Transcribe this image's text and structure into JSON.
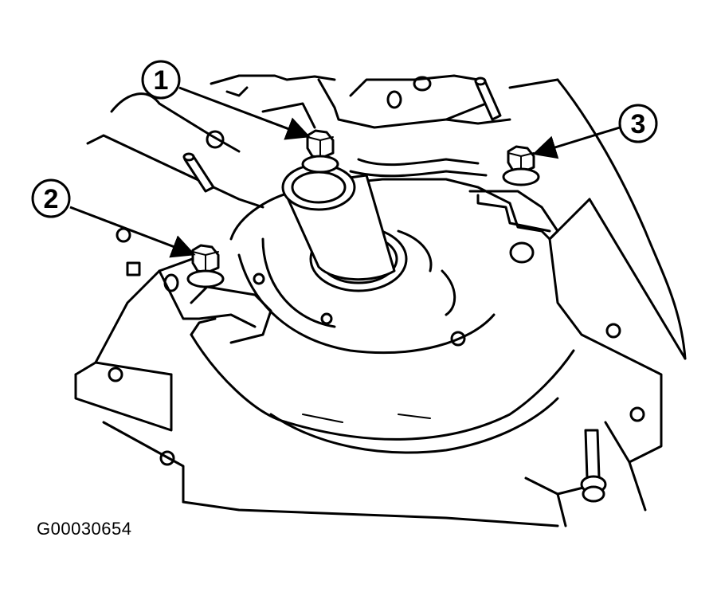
{
  "figure_id": "G00030654",
  "callouts": [
    {
      "number": "1",
      "target": "bolt"
    },
    {
      "number": "2",
      "target": "bolt"
    },
    {
      "number": "3",
      "target": "bolt"
    }
  ],
  "colors": {
    "line": "#000000",
    "background": "#ffffff"
  }
}
